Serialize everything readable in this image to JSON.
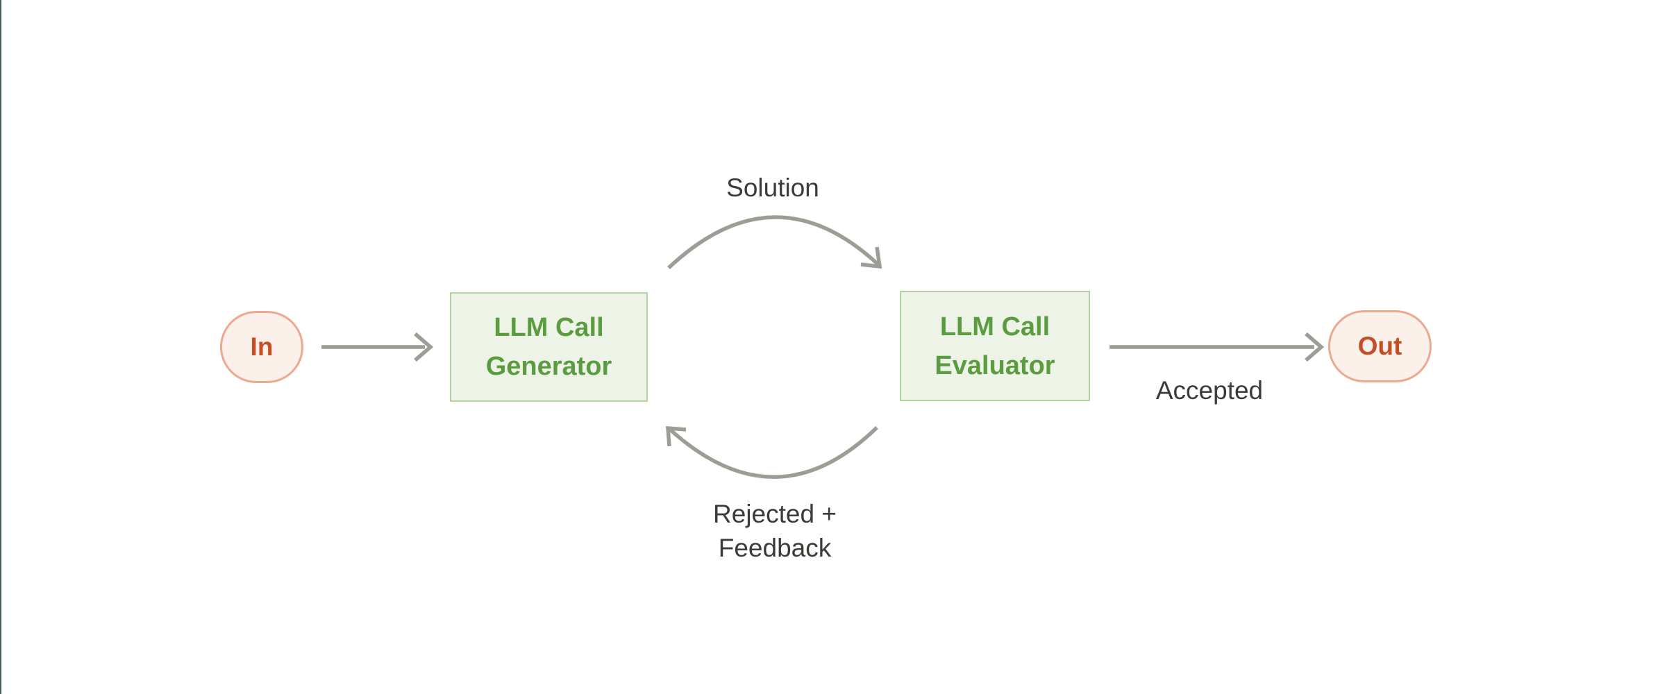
{
  "colors": {
    "background": "#ffffff",
    "page_edge": "#42605d",
    "arrow": "#9d9d95",
    "label_text": "#3b3b38",
    "process_fill": "#edf3e6",
    "process_border": "#b4d29e",
    "process_text": "#5c9c40",
    "terminal_fill": "#fbf0ea",
    "terminal_border": "#eca98f",
    "terminal_text": "#c34f27"
  },
  "nodes": {
    "in": {
      "label": "In"
    },
    "generator": {
      "line1": "LLM Call",
      "line2": "Generator"
    },
    "evaluator": {
      "line1": "LLM Call",
      "line2": "Evaluator"
    },
    "out": {
      "label": "Out"
    }
  },
  "edges": {
    "solution": {
      "label": "Solution"
    },
    "accepted": {
      "label": "Accepted"
    },
    "rejected": {
      "line1": "Rejected +",
      "line2": "Feedback"
    }
  }
}
